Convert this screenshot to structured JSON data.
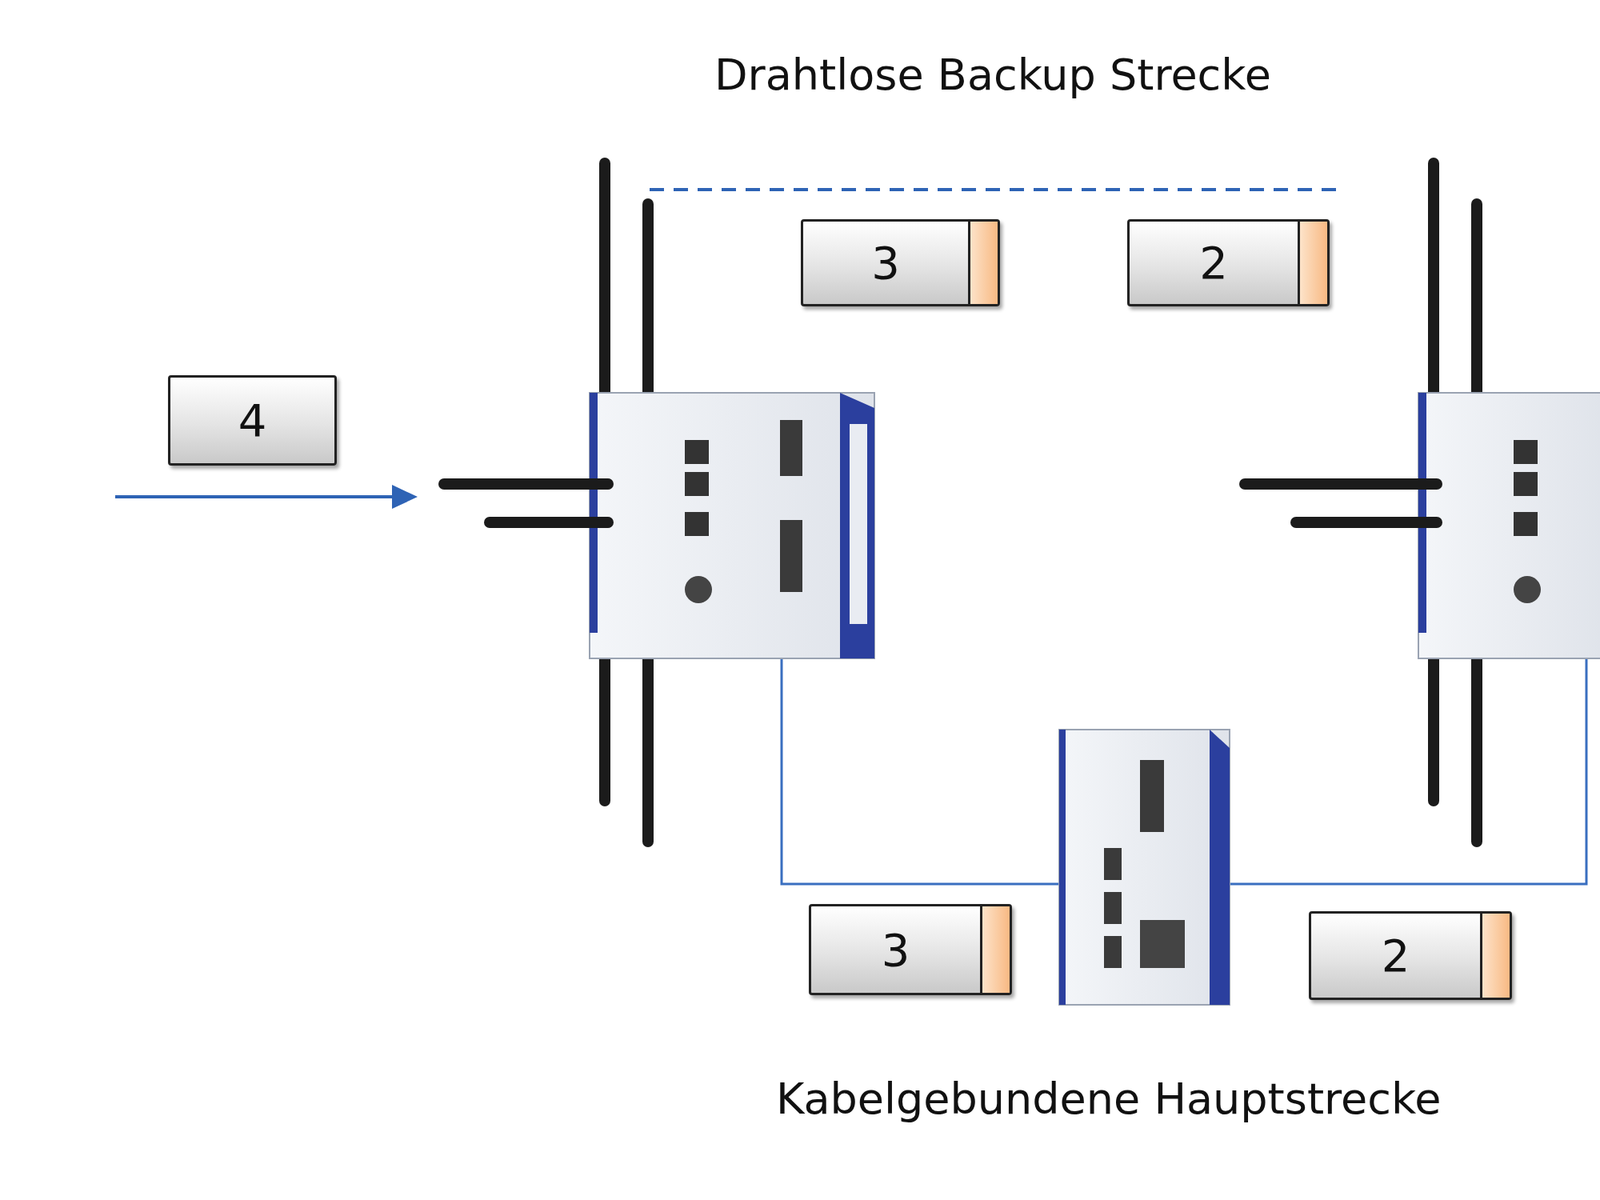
{
  "diagram": {
    "nodes": [
      {
        "text": [
          "3"
        ]
      },
      {
        "text": [
          "2"
        ]
      },
      {
        "text": [
          "4"
        ]
      },
      {
        "text": [
          "3"
        ]
      },
      {
        "text": [
          "2"
        ]
      }
    ],
    "labels": [
      "Drahtlose Backup Strecke",
      "Kabelgebundene Hauptstrecke"
    ]
  }
}
